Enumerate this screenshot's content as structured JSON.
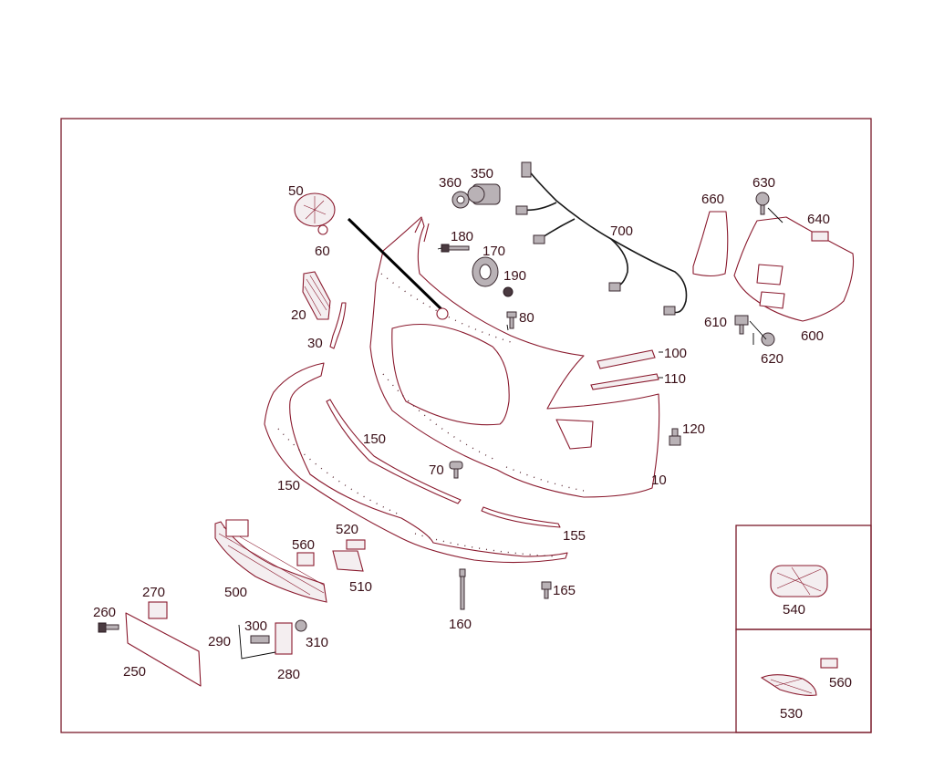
{
  "diagram": {
    "part_labels": {
      "p10": "10",
      "p20": "20",
      "p30": "30",
      "p50": "50",
      "p60": "60",
      "p70": "70",
      "p80": "80",
      "p100": "100",
      "p110": "110",
      "p120": "120",
      "p150a": "150",
      "p150b": "150",
      "p155": "155",
      "p160": "160",
      "p165": "165",
      "p170": "170",
      "p180": "180",
      "p190": "190",
      "p250": "250",
      "p260": "260",
      "p270": "270",
      "p280": "280",
      "p290": "290",
      "p300": "300",
      "p310": "310",
      "p350": "350",
      "p360": "360",
      "p500": "500",
      "p510": "510",
      "p520": "520",
      "p560a": "560",
      "p560b": "560",
      "p600": "600",
      "p610": "610",
      "p620": "620",
      "p630": "630",
      "p640": "640",
      "p660": "660",
      "p700": "700",
      "p530": "530",
      "p540": "540"
    },
    "colors": {
      "line": "#8a1a2e",
      "frame": "#7a1a2a",
      "text": "#3a1018"
    }
  }
}
